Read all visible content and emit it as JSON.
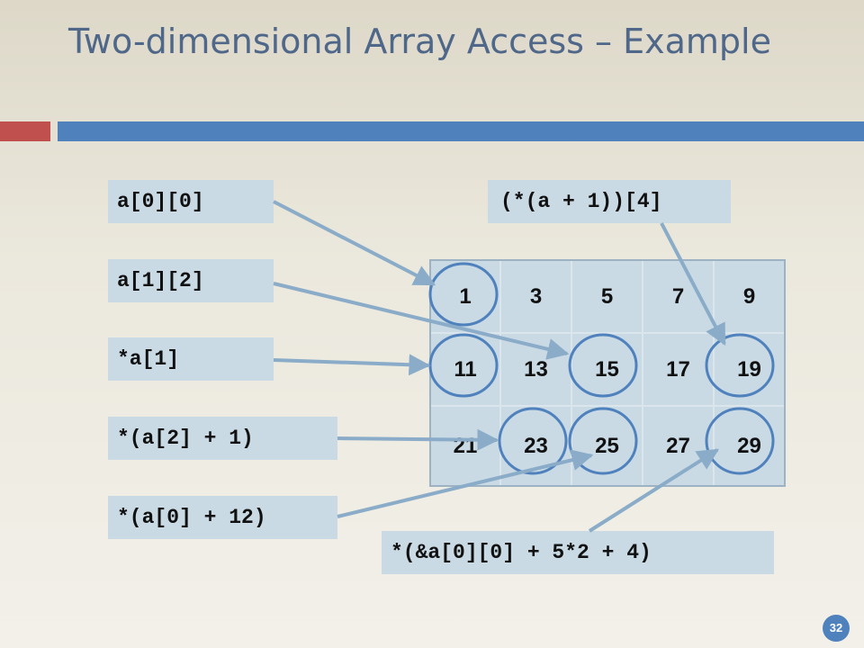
{
  "slide": {
    "title": "Two-dimensional Array Access – Example",
    "page_number": "32"
  },
  "expressions": {
    "a00": "a[0][0]",
    "a12": "a[1][2]",
    "star_a1": "*a[1]",
    "star_a2_plus1": "*(a[2] + 1)",
    "star_a0_plus12": "*(a[0] + 12)",
    "deref_a1_index4": "(*(a + 1))[4]",
    "addr_expr": "*(&a[0][0] + 5*2 + 4)"
  },
  "array": {
    "rows": [
      [
        "1",
        "3",
        "5",
        "7",
        "9"
      ],
      [
        "11",
        "13",
        "15",
        "17",
        "19"
      ],
      [
        "21",
        "23",
        "25",
        "27",
        "29"
      ]
    ]
  },
  "colors": {
    "title": "#4f6788",
    "accent_red": "#c0504d",
    "accent_blue": "#4f81bd",
    "box_fill": "#c9dae5",
    "arrow": "#8aacc8",
    "ellipse": "#4f81bd"
  }
}
